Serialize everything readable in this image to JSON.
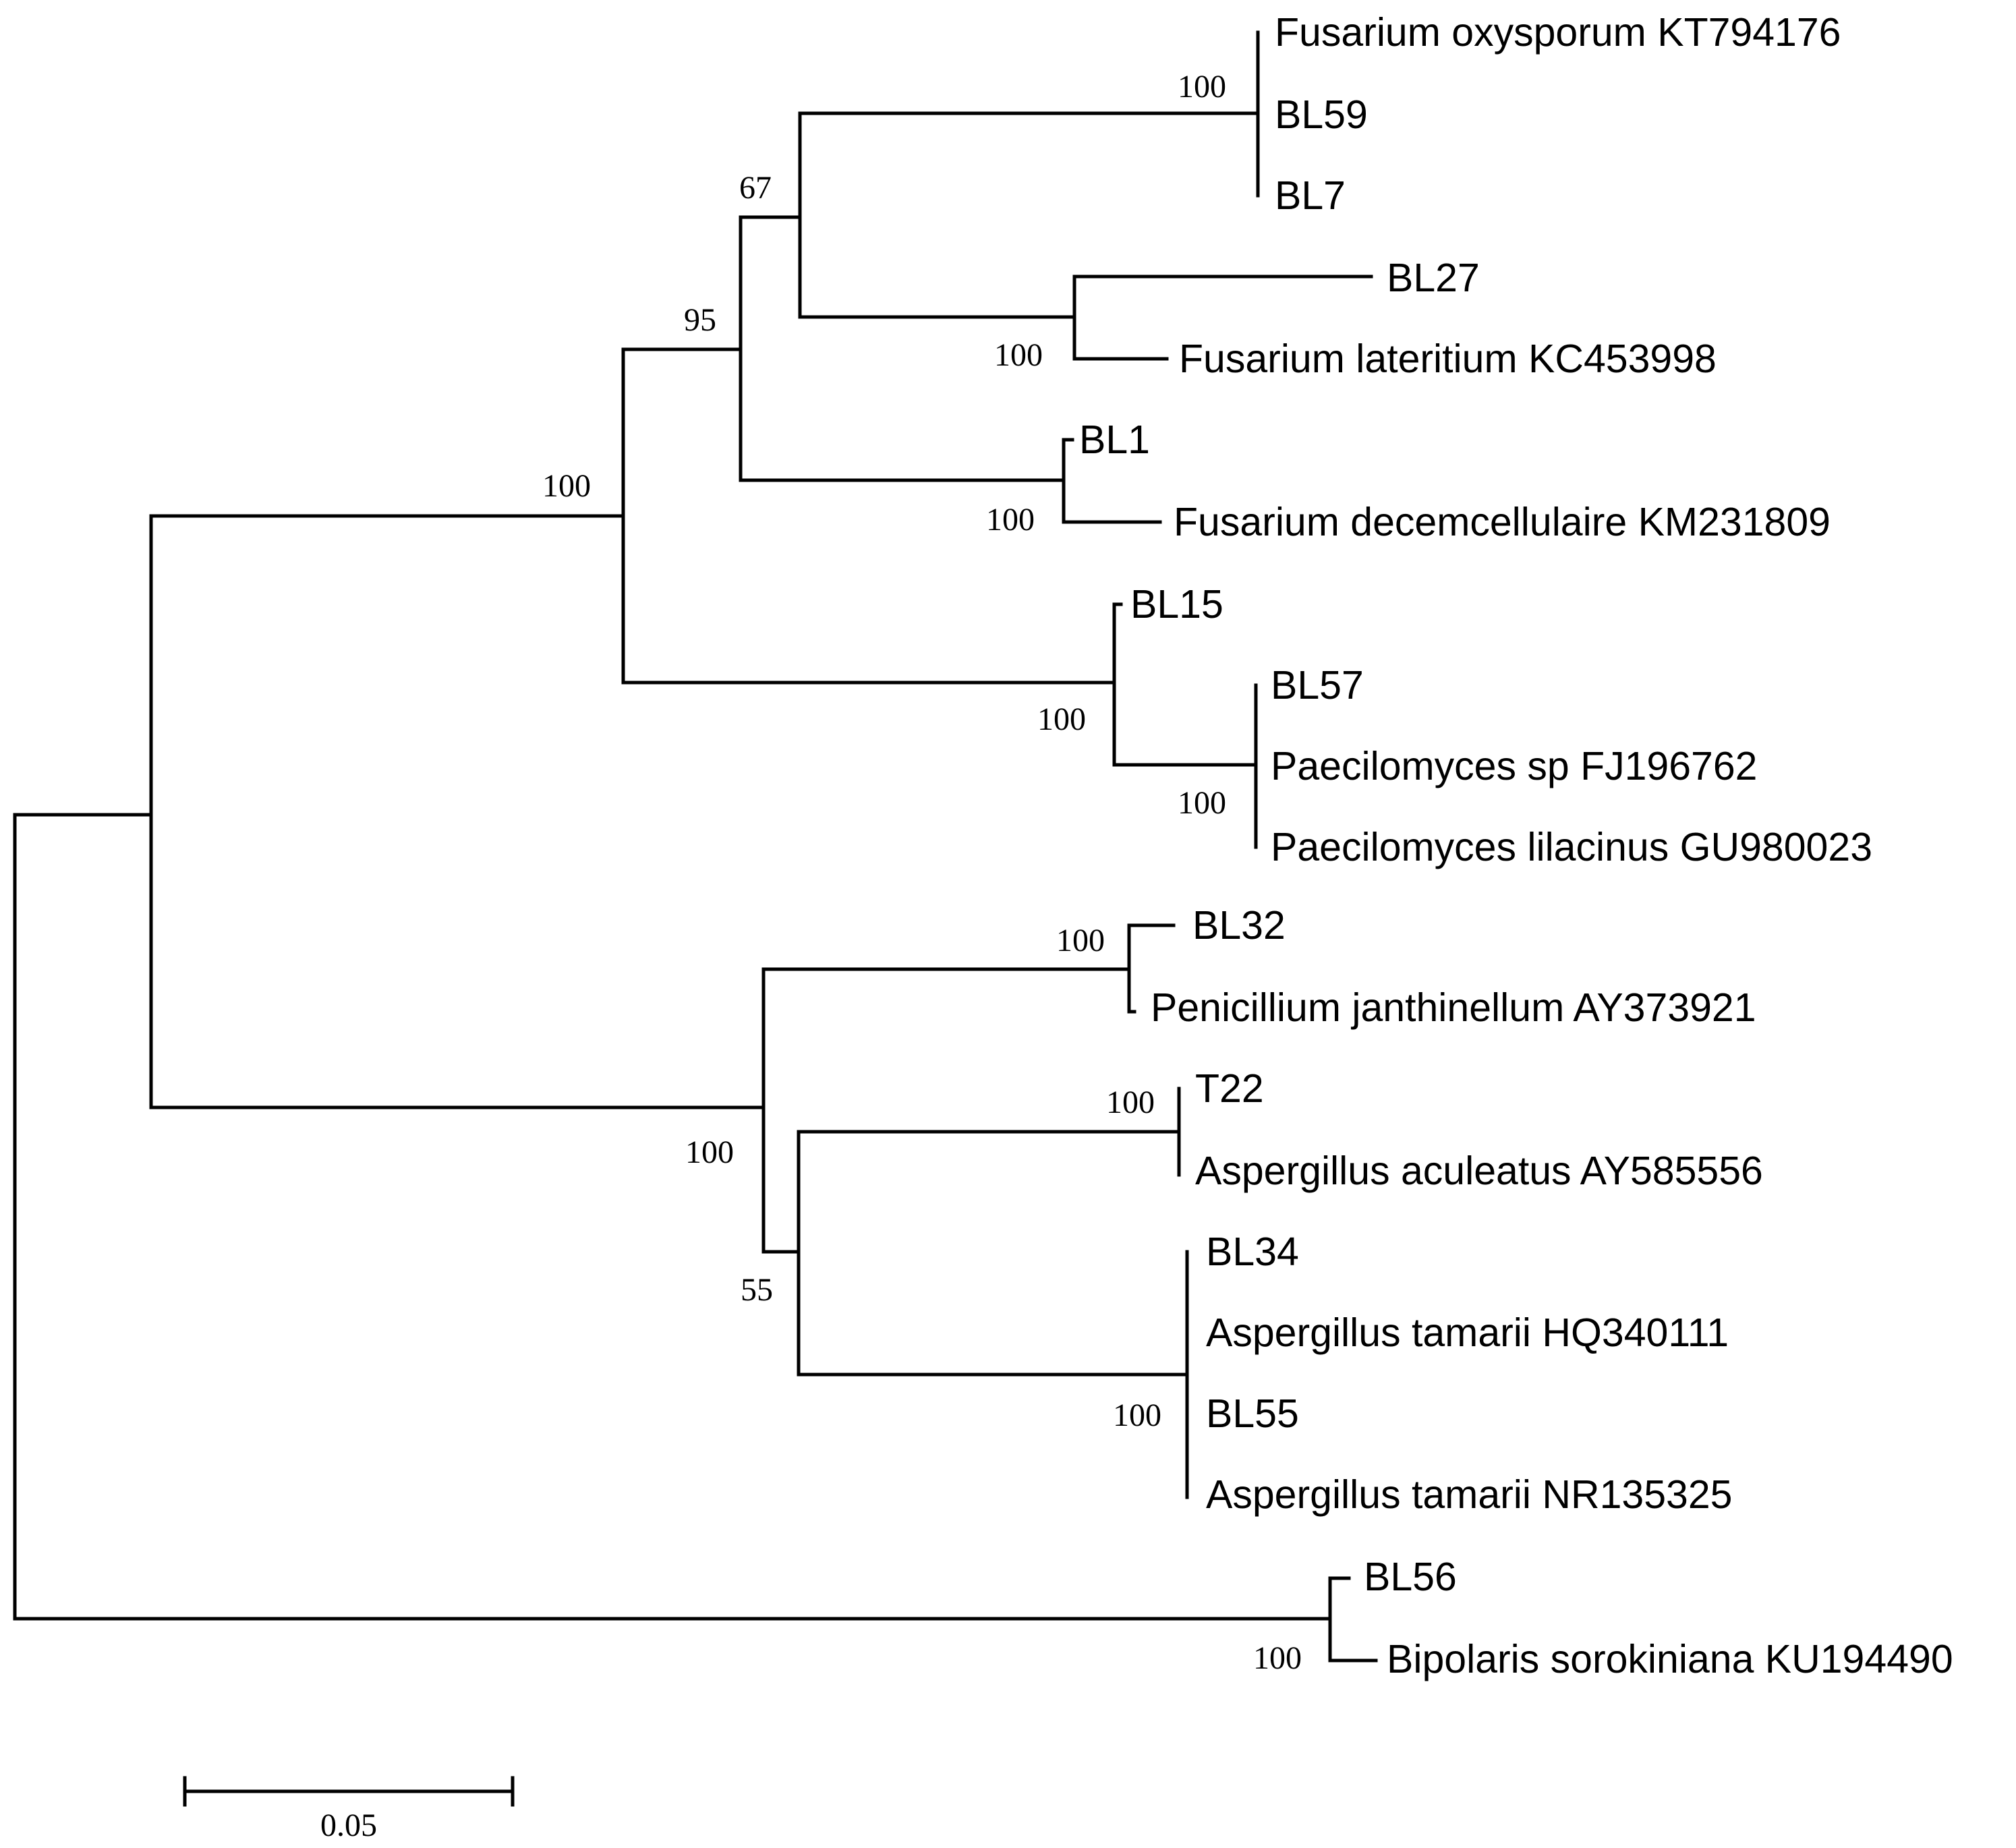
{
  "tree": {
    "taxa": {
      "t1": "Fusarium oxysporum KT794176",
      "t2": "BL59",
      "t3": "BL7",
      "t4": "BL27",
      "t5": "Fusarium lateritium KC453998",
      "t6": "BL1",
      "t7": "Fusarium decemcellulaire KM231809",
      "t8": "BL15",
      "t9": "BL57",
      "t10": "Paecilomyces sp FJ196762",
      "t11": "Paecilomyces lilacinus GU980023",
      "t12": "BL32",
      "t13": "Penicillium janthinellum AY373921",
      "t14": "T22",
      "t15": "Aspergillus aculeatus AY585556",
      "t16": "BL34",
      "t17": "Aspergillus tamarii HQ340111",
      "t18": "BL55",
      "t19": "Aspergillus tamarii NR135325",
      "t20": "BL56",
      "t21": "Bipolaris sorokiniana KU194490"
    },
    "bootstrap": {
      "b_oxy": "100",
      "b_lat": "100",
      "b_fus_group": "67",
      "b_dec": "100",
      "b_fus_all": "95",
      "b_hypo": "100",
      "b_pae": "100",
      "b_bl15": "100",
      "b_pen": "100",
      "b_asp_ac": "100",
      "b_asp_tam": "100",
      "b_asp": "55",
      "b_eurotio": "100",
      "b_bip": "100"
    },
    "scale_bar": {
      "label": "0.05"
    }
  }
}
